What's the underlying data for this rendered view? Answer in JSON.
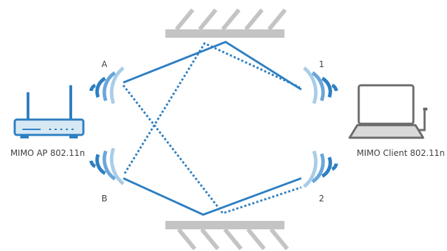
{
  "diagram": {
    "ap_label": "MIMO AP 802.11n",
    "client_label": "MIMO Client 802.11n",
    "antennas": {
      "ap_top": "A",
      "ap_bottom": "B",
      "client_top": "1",
      "client_bottom": "2"
    }
  },
  "colors": {
    "signal_blue": "#2e7fc2",
    "signal_light": "#a9cde8",
    "wall_gray": "#c4c4c4",
    "device_blue_fill": "#d7e8f5",
    "device_blue_stroke": "#2e7fc2",
    "laptop_stroke": "#6b6b6b",
    "laptop_screen": "#ffffff",
    "text": "#404040"
  },
  "icons": {
    "ap": "wireless-router-icon",
    "client": "laptop-icon",
    "wall": "reflector-wall-icon",
    "antenna": "wifi-waves-icon"
  }
}
